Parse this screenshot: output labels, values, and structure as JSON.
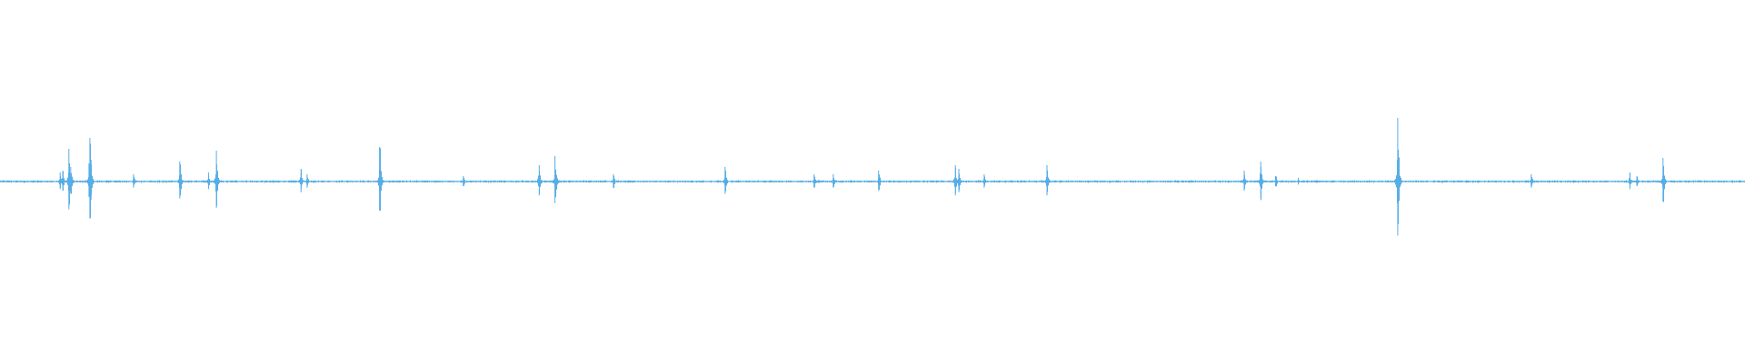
{
  "chart_data": {
    "type": "line",
    "title": "",
    "xlabel": "",
    "ylabel": "",
    "xlim": [
      0,
      1
    ],
    "ylim": [
      -1,
      1
    ],
    "grid": false,
    "legend": "none",
    "series": [
      {
        "values": [],
        "color": "#56aee6"
      }
    ],
    "baseline": 0.0,
    "noise_amplitude": 0.006,
    "events": [
      {
        "x": 0.0345,
        "amp": 0.05
      },
      {
        "x": 0.036,
        "amp": 0.06
      },
      {
        "x": 0.0395,
        "amp": 0.18
      },
      {
        "x": 0.0405,
        "amp": 0.08
      },
      {
        "x": 0.051,
        "amp": 0.1
      },
      {
        "x": 0.0515,
        "amp": 0.24
      },
      {
        "x": 0.0522,
        "amp": 0.12
      },
      {
        "x": 0.0765,
        "amp": 0.04
      },
      {
        "x": 0.103,
        "amp": 0.11
      },
      {
        "x": 0.1195,
        "amp": 0.05
      },
      {
        "x": 0.124,
        "amp": 0.17
      },
      {
        "x": 0.1725,
        "amp": 0.07
      },
      {
        "x": 0.176,
        "amp": 0.04
      },
      {
        "x": 0.2175,
        "amp": 0.19
      },
      {
        "x": 0.2655,
        "amp": 0.03
      },
      {
        "x": 0.309,
        "amp": 0.09
      },
      {
        "x": 0.318,
        "amp": 0.14
      },
      {
        "x": 0.3515,
        "amp": 0.04
      },
      {
        "x": 0.4155,
        "amp": 0.08
      },
      {
        "x": 0.4665,
        "amp": 0.04
      },
      {
        "x": 0.4775,
        "amp": 0.04
      },
      {
        "x": 0.5035,
        "amp": 0.06
      },
      {
        "x": 0.5475,
        "amp": 0.09
      },
      {
        "x": 0.5495,
        "amp": 0.07
      },
      {
        "x": 0.564,
        "amp": 0.04
      },
      {
        "x": 0.6,
        "amp": 0.09
      },
      {
        "x": 0.713,
        "amp": 0.06
      },
      {
        "x": 0.7225,
        "amp": 0.11
      },
      {
        "x": 0.731,
        "amp": 0.03
      },
      {
        "x": 0.744,
        "amp": 0.02
      },
      {
        "x": 0.801,
        "amp": 0.35
      },
      {
        "x": 0.8775,
        "amp": 0.04
      },
      {
        "x": 0.934,
        "amp": 0.05
      },
      {
        "x": 0.938,
        "amp": 0.03
      },
      {
        "x": 0.953,
        "amp": 0.13
      }
    ]
  }
}
